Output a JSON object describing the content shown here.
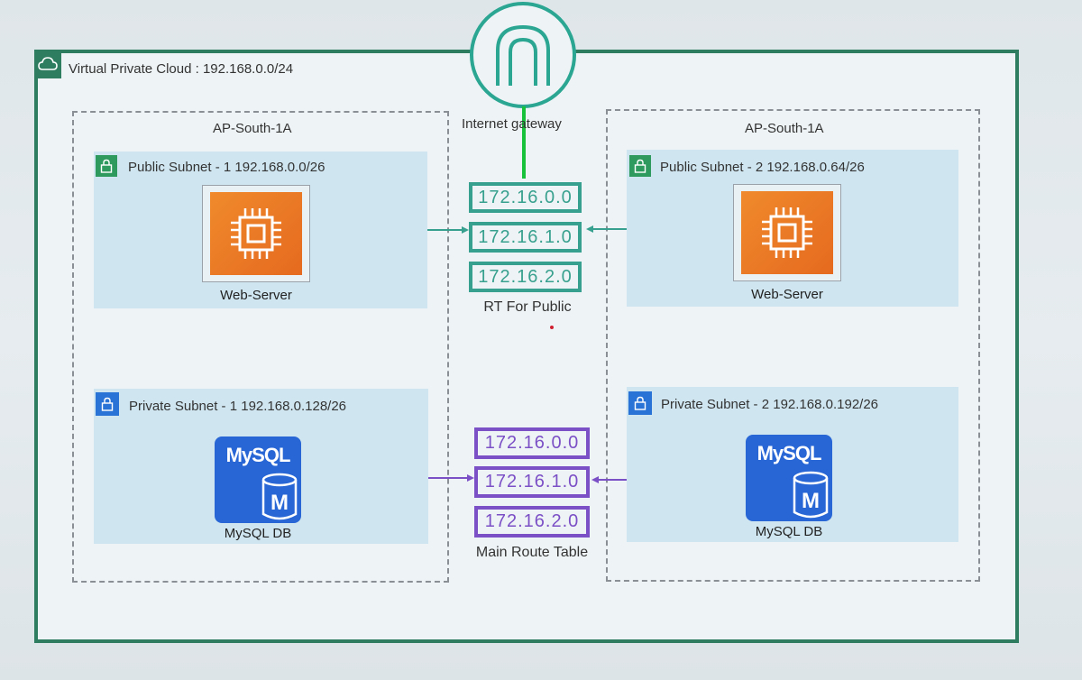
{
  "vpc": {
    "label": "Virtual Private Cloud : 192.168.0.0/24"
  },
  "az_left": {
    "label": "AP-South-1A"
  },
  "az_right": {
    "label": "AP-South-1A"
  },
  "igw": {
    "label": "Internet gateway"
  },
  "public_subnet_left": {
    "label": "Public Subnet - 1 192.168.0.0/26",
    "node_label": "Web-Server"
  },
  "public_subnet_right": {
    "label": "Public Subnet - 2 192.168.0.64/26",
    "node_label": "Web-Server"
  },
  "private_subnet_left": {
    "label": "Private Subnet - 1 192.168.0.128/26",
    "node_label": "MySQL DB"
  },
  "private_subnet_right": {
    "label": "Private Subnet - 2 192.168.0.192/26",
    "node_label": "MySQL DB"
  },
  "rt_public": {
    "routes": [
      "172.16.0.0",
      "172.16.1.0",
      "172.16.2.0"
    ],
    "label": "RT For Public"
  },
  "rt_main": {
    "routes": [
      "172.16.0.0",
      "172.16.1.0",
      "172.16.2.0"
    ],
    "label": "Main Route Table"
  },
  "mysql_icon": {
    "title": "MySQL",
    "letter": "M"
  },
  "colors": {
    "vpc": "#2e7d60",
    "public_rt": "#38a08e",
    "main_rt": "#7b4fc6",
    "igw_link": "#18c23a"
  }
}
